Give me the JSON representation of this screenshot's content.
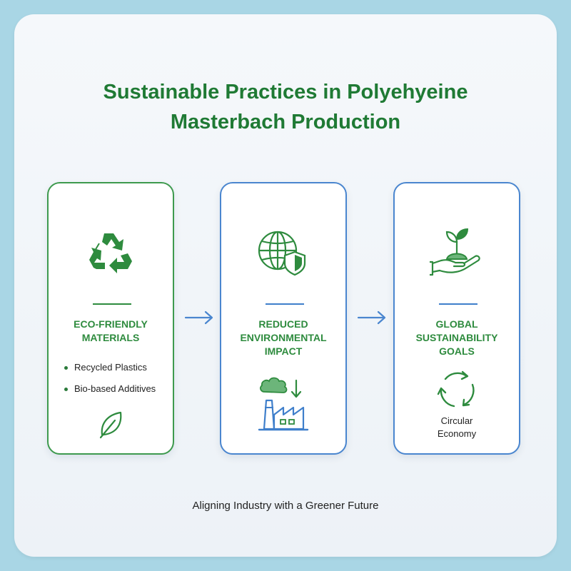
{
  "title": {
    "line1": "Sustainable Practices in Polyehyeine",
    "line2": "Masterbach Production"
  },
  "cards": [
    {
      "heading_lines": [
        "ECO-FRIENDLY",
        "MATERIALS"
      ],
      "icon": "recycle-icon",
      "bullets": [
        "Recycled Plastics",
        "Bio-based Additives"
      ],
      "bottom_icon": "leaf-icon",
      "accent": "#2e8b3e"
    },
    {
      "heading_lines": [
        "REDUCED",
        "ENVIRONMENTAL",
        "IMPACT"
      ],
      "icon": "globe-shield-icon",
      "bottom_icon": "factory-emission-icon",
      "accent": "#3f7fcb"
    },
    {
      "heading_lines": [
        "GLOBAL",
        "SUSTAINABILITY",
        "GOALS"
      ],
      "icon": "hand-sprout-icon",
      "bottom_icon": "circular-arrows-icon",
      "caption_lines": [
        "Circular",
        "Economy"
      ],
      "accent": "#2e8b3e"
    }
  ],
  "footer": "Aligning Industry with a Greener Future",
  "colors": {
    "title_green": "#1f7a34",
    "green": "#2e8b3e",
    "blue": "#3f7fcb",
    "background": "#a9d6e5"
  }
}
